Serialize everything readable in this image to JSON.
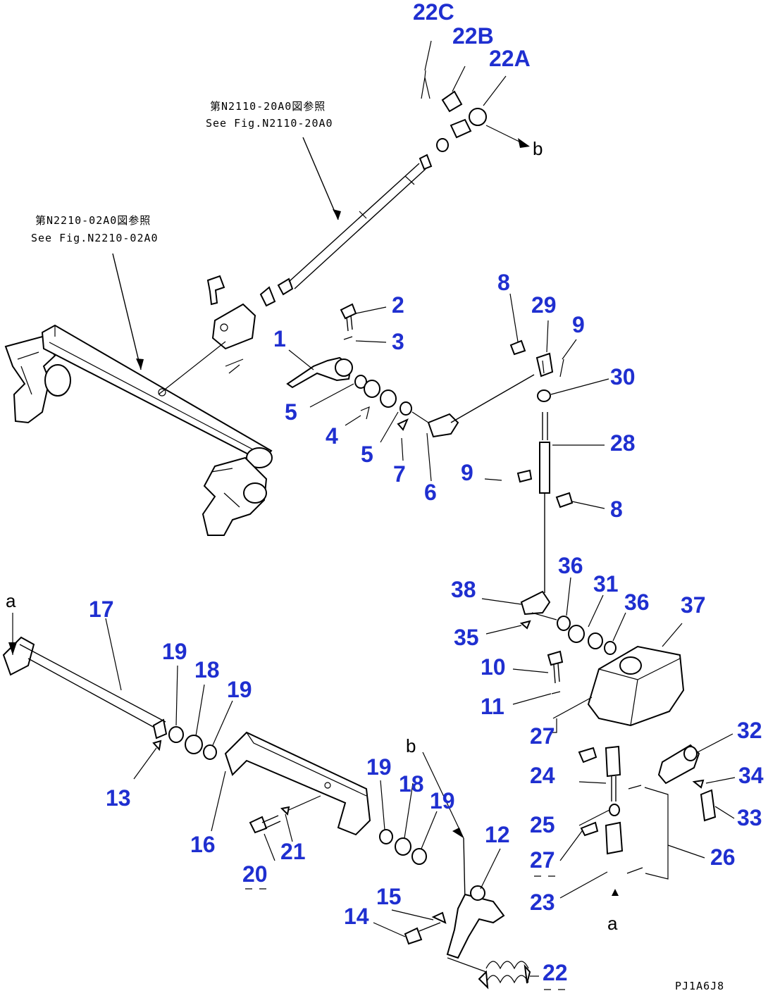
{
  "references": {
    "upper_jp": "第N2110-20A0図参照",
    "upper_en": "See Fig.N2110-20A0",
    "left_jp": "第N2210-02A0図参照",
    "left_en": "See Fig.N2210-02A0"
  },
  "letters": {
    "a_top": "a",
    "a_bottom": "a",
    "b_top": "b",
    "b_bottom": "b"
  },
  "drawing_id": "PJ1A6J8",
  "callouts": {
    "c22C": "22C",
    "c22B": "22B",
    "c22A": "22A",
    "c2": "2",
    "c3": "3",
    "c1": "1",
    "c5a": "5",
    "c4": "4",
    "c5b": "5",
    "c7": "7",
    "c6": "6",
    "c8a": "8",
    "c29": "29",
    "c9a": "9",
    "c30": "30",
    "c28": "28",
    "c9b": "9",
    "c8b": "8",
    "c38": "38",
    "c36a": "36",
    "c31": "31",
    "c36b": "36",
    "c37": "37",
    "c35": "35",
    "c10": "10",
    "c11": "11",
    "c27a": "27",
    "c17": "17",
    "c19a": "19",
    "c18a": "18",
    "c19b": "19",
    "c13": "13",
    "c16": "16",
    "c20": "20",
    "c21": "21",
    "c19c": "19",
    "c18b": "18",
    "c19d": "19",
    "c12": "12",
    "c15": "15",
    "c14": "14",
    "c22": "22",
    "c32": "32",
    "c34": "34",
    "c33": "33",
    "c24": "24",
    "c25": "25",
    "c27b": "27",
    "c26": "26",
    "c23": "23"
  }
}
